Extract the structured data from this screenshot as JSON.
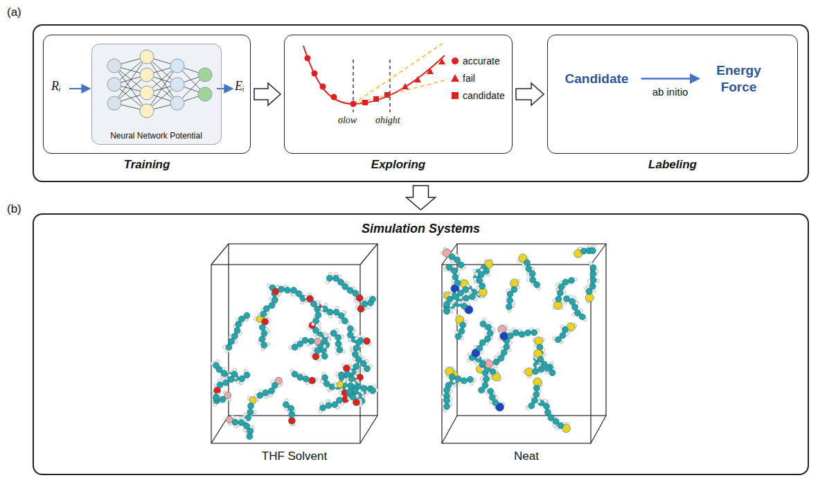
{
  "diagram": {
    "nodes": [
      {
        "text": [
          "(a)"
        ]
      },
      {
        "text": [
          "Training"
        ],
        "in": 0
      },
      {
        "text": [
          "Neural Network Potential"
        ],
        "in": 1
      },
      {
        "text": [
          "Exploring"
        ],
        "in": 0
      },
      {
        "text": [
          "Labeling"
        ],
        "in": 0
      },
      {
        "text": [
          "Candidate"
        ],
        "in": 4
      },
      {
        "text": [
          "Energy Force"
        ],
        "in": 4
      },
      {
        "text": [
          "(b)",
          "Simulation Systems"
        ]
      },
      {
        "text": [
          "THF Solvent"
        ],
        "in": 7
      },
      {
        "text": [
          "Neat"
        ],
        "in": 7
      }
    ],
    "edges": [
      {
        "from": 1,
        "to": 3,
        "arrow": "to"
      },
      {
        "from": 3,
        "to": 4,
        "arrow": "to"
      },
      {
        "from": 5,
        "to": 6,
        "label": "ab initio",
        "arrow": "to"
      },
      {
        "from": 0,
        "to": 7,
        "arrow": "to"
      }
    ],
    "labels": [
      "Rᵢ",
      "Eᵢ",
      "σlow",
      "σhight"
    ],
    "legend": [
      {
        "text": "accurate"
      },
      {
        "text": "fail"
      },
      {
        "text": "candidate"
      }
    ]
  }
}
